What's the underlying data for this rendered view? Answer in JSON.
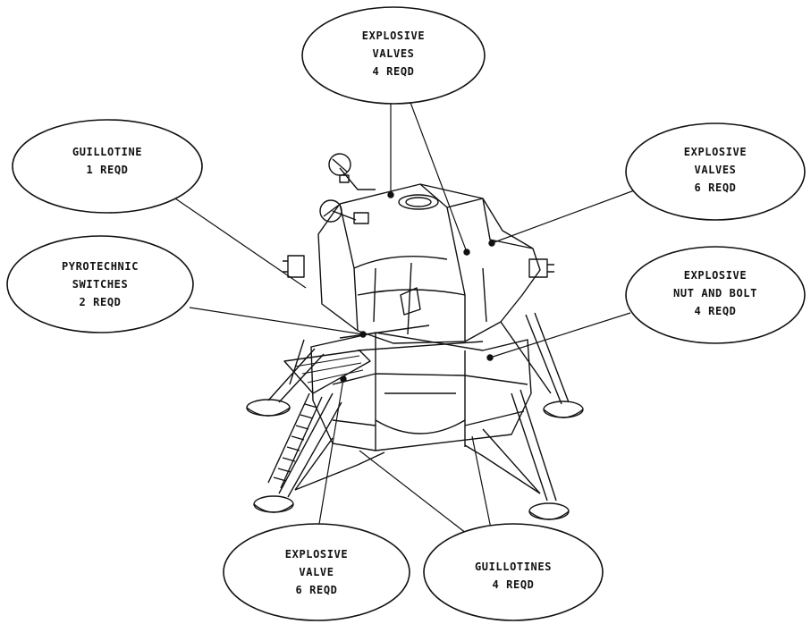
{
  "callouts": [
    {
      "id": "top-valves",
      "lines": [
        "EXPLOSIVE",
        "VALVES",
        "4 REQD"
      ]
    },
    {
      "id": "guillotine",
      "lines": [
        "GUILLOTINE",
        "1 REQD"
      ]
    },
    {
      "id": "right-valves",
      "lines": [
        "EXPLOSIVE",
        "VALVES",
        "6 REQD"
      ]
    },
    {
      "id": "pyro-switches",
      "lines": [
        "PYROTECHNIC",
        "SWITCHES",
        "2 REQD"
      ]
    },
    {
      "id": "nut-bolt",
      "lines": [
        "EXPLOSIVE",
        "NUT AND BOLT",
        "4 REQD"
      ]
    },
    {
      "id": "bottom-valve",
      "lines": [
        "EXPLOSIVE",
        "VALVE",
        "6 REQD"
      ]
    },
    {
      "id": "guillotines",
      "lines": [
        "GUILLOTINES",
        "4 REQD"
      ]
    }
  ]
}
